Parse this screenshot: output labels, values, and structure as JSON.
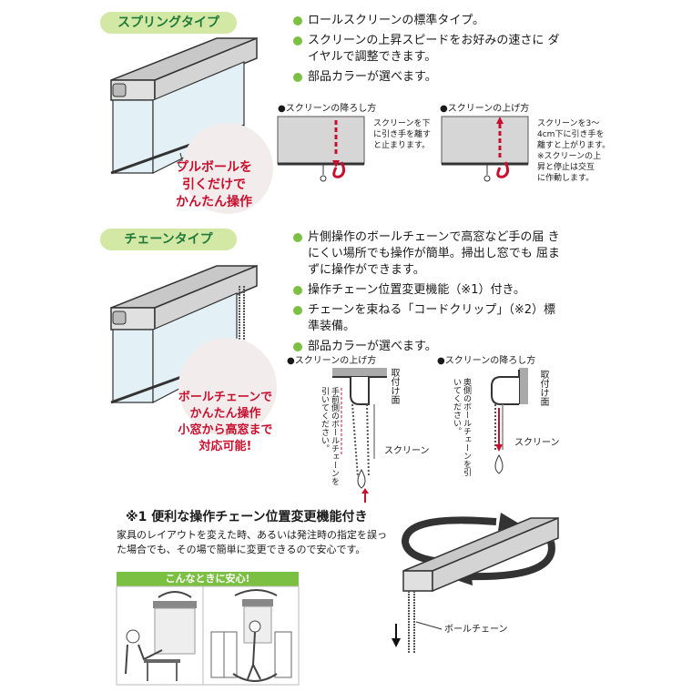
{
  "spring": {
    "title": "スプリングタイプ",
    "bullets": [
      "ロールスクリーンの標準タイプ。",
      "スクリーンの上昇スピードをお好みの速さに ダイヤルで調整できます。",
      "部品カラーが選べます。"
    ],
    "callout_lines": [
      "プルボールを",
      "引くだけで",
      "かんたん操作"
    ],
    "down": {
      "title": "●スクリーンの降ろし方",
      "lines": [
        "スクリーンを下",
        "に引き手を離す",
        "と止まります。"
      ]
    },
    "up": {
      "title": "●スクリーンの上げ方",
      "lines": [
        "スクリーンを3～",
        "4cm下に引き手を",
        "離すと上がります。",
        "※スクリーンの上",
        "昇と停止は交互",
        "に作動します。"
      ]
    }
  },
  "chain": {
    "title": "チェーンタイプ",
    "bullets": [
      "片側操作のボールチェーンで高窓など手の届 きにくい場所でも操作が簡単。掃出し窓でも 屈まずに操作ができます。",
      "操作チェーン位置変更機能（※1）付き。",
      "チェーンを束ねる「コードクリップ」（※2）標準装備。",
      "部品カラーが選べます。"
    ],
    "callout_lines": [
      "ボールチェーンで",
      "かんたん操作",
      "小窓から高窓まで",
      "対応可能!"
    ],
    "up": {
      "title": "●スクリーンの上げ方",
      "mount": "取付け面",
      "vertical": "手前側のボールチェーンを引いてください。",
      "screen": "スクリーン"
    },
    "down": {
      "title": "●スクリーンの降ろし方",
      "mount": "取付け面",
      "vertical": "奥側のボールチェーンを引いてください。",
      "screen": "スクリーン"
    }
  },
  "note": {
    "title": "※1 便利な操作チェーン位置変更機能付き",
    "body_lines": [
      "家具のレイアウトを変えた時、あるいは発注時の指定を誤っ",
      "た場合でも、その場で簡単に変更できるので安心です。"
    ],
    "banner": "こんなときに安心!",
    "chain_label": "ボールチェーン"
  },
  "colors": {
    "pill_bg": "#d3e8a4",
    "pill_text": "#1f7a3a",
    "bullet": "#7cc043",
    "accent_red": "#c8102e",
    "screen_blue": "#e3f1f6"
  }
}
